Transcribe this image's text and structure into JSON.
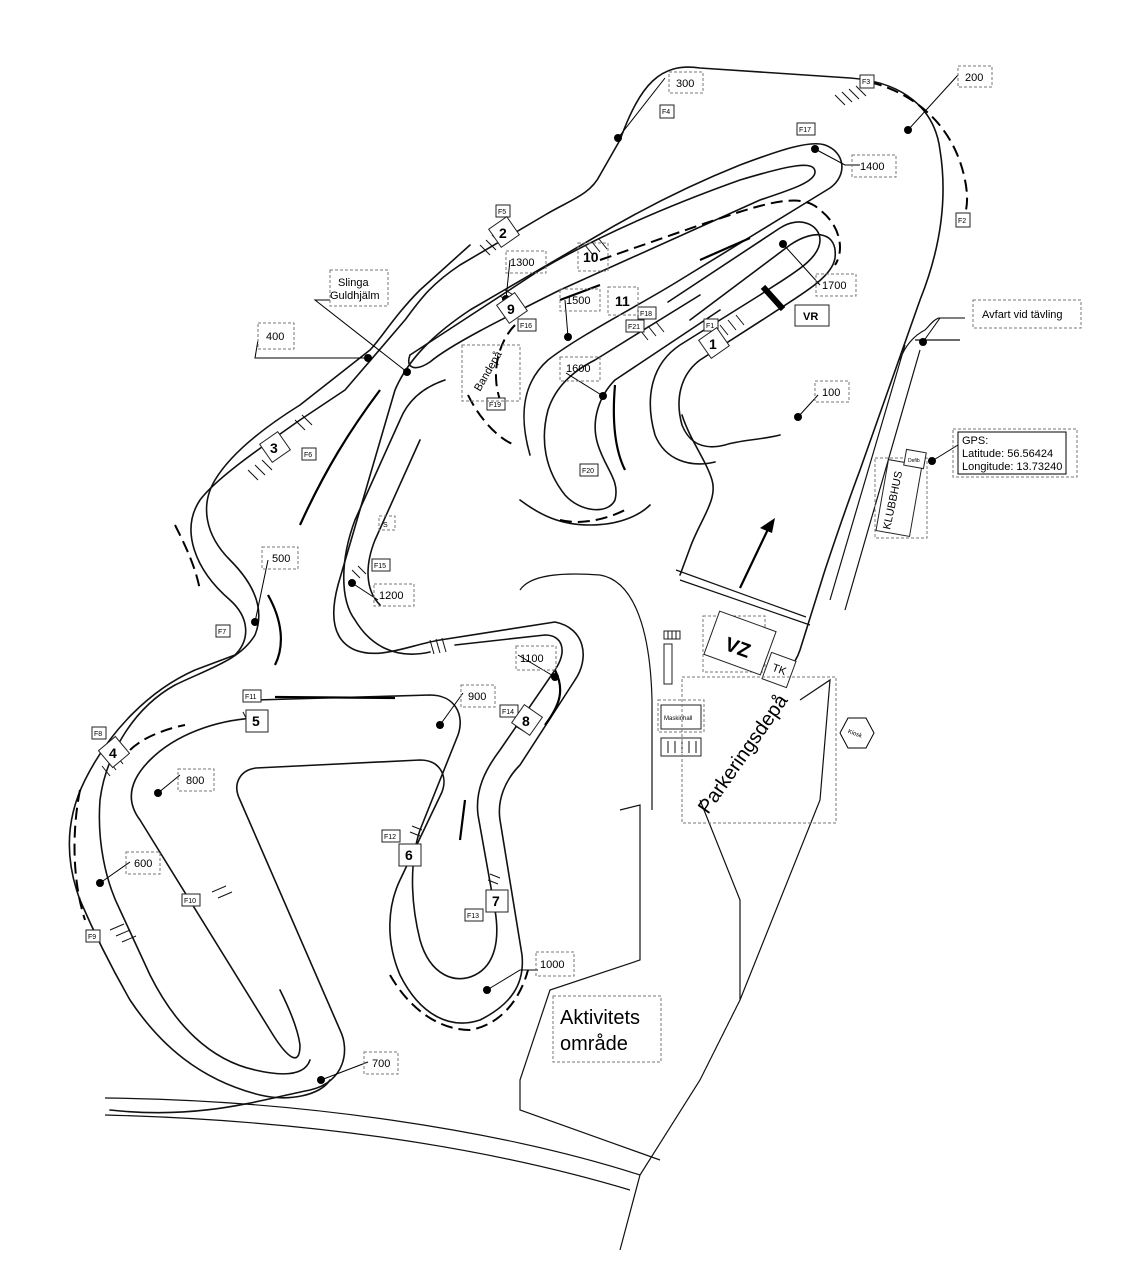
{
  "distance_markers": [
    "100",
    "200",
    "300",
    "400",
    "500",
    "600",
    "700",
    "800",
    "900",
    "1000",
    "1100",
    "1200",
    "1300",
    "1400",
    "1500",
    "1600",
    "1700"
  ],
  "flag_posts": [
    "F1",
    "F2",
    "F3",
    "F4",
    "F5",
    "F6",
    "F7",
    "F8",
    "F9",
    "F10",
    "F11",
    "F12",
    "F13",
    "F14",
    "F15",
    "F16",
    "F17",
    "F18",
    "F19",
    "F20",
    "F21"
  ],
  "corners": [
    "1",
    "2",
    "3",
    "4",
    "5",
    "6",
    "7",
    "8",
    "9",
    "10",
    "11"
  ],
  "labels": {
    "slinga_line1": "Slinga",
    "slinga_line2": "Guldhjälm",
    "avfart": "Avfart vid tävling",
    "bandepa": "Bandepå",
    "klubbhus": "KLUBBHUS",
    "vr": "VR",
    "vz": "VZ",
    "tk": "TK",
    "maskinhall": "Maskinhall",
    "parkeringsdepa": "Parkeringsdepå",
    "aktivitets_line1": "Aktivitets",
    "aktivitets_line2": "område",
    "kiosk": "Kiosk",
    "s_marker": "S",
    "defib": "Defib"
  },
  "gps": {
    "title": "GPS:",
    "latitude": "Latitude: 56.56424",
    "longitude": "Longitude: 13.73240"
  }
}
